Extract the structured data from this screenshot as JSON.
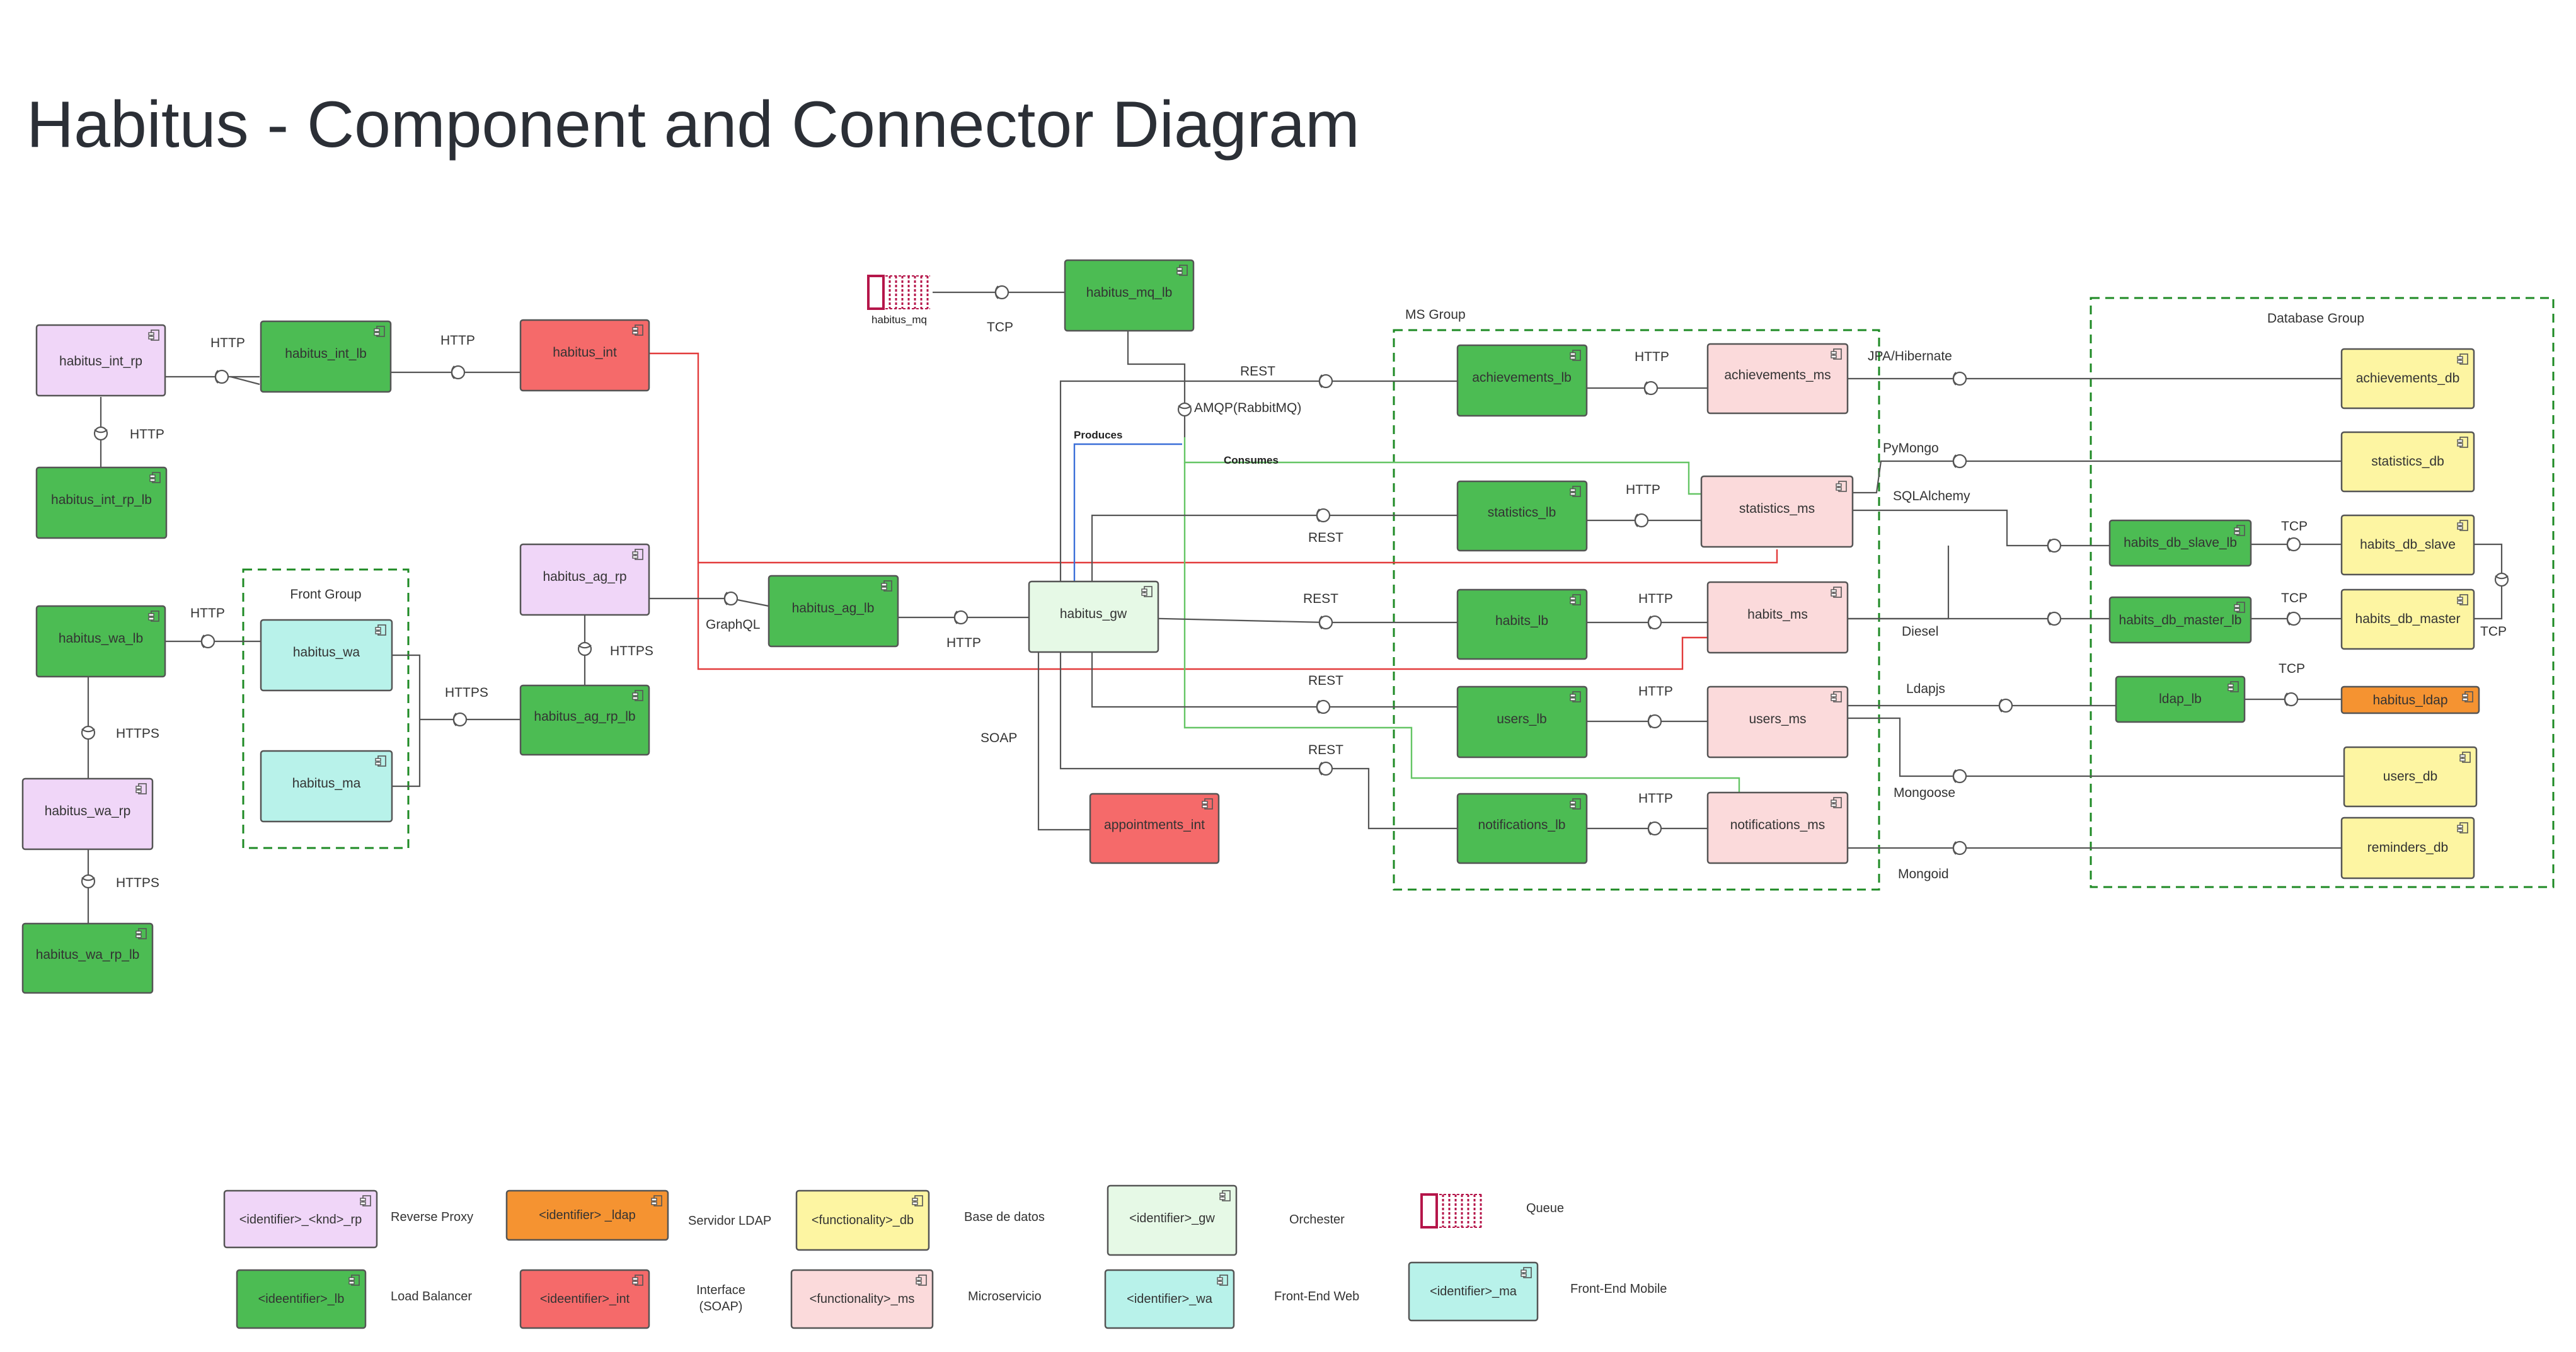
{
  "title": "Habitus - Component and Connector Diagram",
  "groups": {
    "front": "Front Group",
    "ms": "MS Group",
    "database": "Database Group"
  },
  "colors": {
    "reverse_proxy": "#f0d6f8",
    "load_balancer": "#4cbc53",
    "interface": "#f56a6a",
    "ldap": "#f59331",
    "database": "#fdf5a2",
    "microservice": "#fbdadb",
    "gateway": "#e6f9e6",
    "front_web": "#b8f2ea",
    "queue": "#b5164a",
    "group_border": "#1e8a24",
    "red_wire": "#e23b3b",
    "blue_wire": "#3a6fd8",
    "green_wire": "#65c565"
  },
  "components": {
    "habitus_int_rp": "habitus_int_rp",
    "habitus_int_lb": "habitus_int_lb",
    "habitus_int": "habitus_int",
    "habitus_int_rp_lb": "habitus_int_rp_lb",
    "habitus_wa_lb": "habitus_wa_lb",
    "habitus_wa": "habitus_wa",
    "habitus_ma": "habitus_ma",
    "habitus_wa_rp": "habitus_wa_rp",
    "habitus_wa_rp_lb": "habitus_wa_rp_lb",
    "habitus_ag_rp": "habitus_ag_rp",
    "habitus_ag_rp_lb": "habitus_ag_rp_lb",
    "habitus_ag_lb": "habitus_ag_lb",
    "habitus_gw": "habitus_gw",
    "habitus_mq_lb": "habitus_mq_lb",
    "habitus_mq": "habitus_mq",
    "appointments_int": "appointments_int",
    "achievements_lb": "achievements_lb",
    "statistics_lb": "statistics_lb",
    "habits_lb": "habits_lb",
    "users_lb": "users_lb",
    "notifications_lb": "notifications_lb",
    "achievements_ms": "achievements_ms",
    "statistics_ms": "statistics_ms",
    "habits_ms": "habits_ms",
    "users_ms": "users_ms",
    "notifications_ms": "notifications_ms",
    "habits_db_slave_lb": "habits_db_slave_lb",
    "habits_db_master_lb": "habits_db_master_lb",
    "ldap_lb": "ldap_lb",
    "achievements_db": "achievements_db",
    "statistics_db": "statistics_db",
    "habits_db_slave": "habits_db_slave",
    "habits_db_master": "habits_db_master",
    "habitus_ldap": "habitus_ldap",
    "users_db": "users_db",
    "reminders_db": "reminders_db"
  },
  "connectors": {
    "http_int_rp": "HTTP",
    "http_int_lb": "HTTP",
    "http_int_rp_lb": "HTTP",
    "http_wa": "HTTP",
    "https_wa_rp": "HTTPS",
    "https_wa_rp_lb": "HTTPS",
    "https_front": "HTTPS",
    "https_ag_rp": "HTTPS",
    "graphql": "GraphQL",
    "http_gw": "HTTP",
    "tcp_mq": "TCP",
    "amqp": "AMQP(RabbitMQ)",
    "produces": "Produces",
    "consumes": "Consumes",
    "soap": "SOAP",
    "rest_achievements": "REST",
    "rest_statistics": "REST",
    "rest_habits": "REST",
    "rest_users": "REST",
    "rest_notifications": "REST",
    "http_achievements": "HTTP",
    "http_statistics": "HTTP",
    "http_habits": "HTTP",
    "http_users": "HTTP",
    "http_notifications": "HTTP",
    "jpa": "JPA/Hibernate",
    "pymongo": "PyMongo",
    "sqlalchemy": "SQLAlchemy",
    "diesel": "Diesel",
    "ldapjs": "Ldapjs",
    "mongoose": "Mongoose",
    "mongoid": "Mongoid",
    "tcp_slave": "TCP",
    "tcp_master": "TCP",
    "tcp_db": "TCP",
    "tcp_ldap": "TCP"
  },
  "legend": {
    "rp_box": "<identifier>_<knd>_rp",
    "rp_desc": "Reverse Proxy",
    "lb_box": "<ideentifier>_lb",
    "lb_desc": "Load Balancer",
    "ldap_box": "<identifier> _ldap",
    "ldap_desc": "Servidor LDAP",
    "int_box": "<ideentifier>_int",
    "int_desc_1": "Interface",
    "int_desc_2": "(SOAP)",
    "db_box": "<functionality>_db",
    "db_desc": "Base de datos",
    "ms_box": "<functionality>_ms",
    "ms_desc": "Microservicio",
    "gw_box": "<identifier>_gw",
    "gw_desc": "Orchester",
    "wa_box": "<identifier>_wa",
    "wa_desc": "Front-End Web",
    "queue_desc": "Queue",
    "ma_box": "<identifier>_ma",
    "ma_desc": "Front-End Mobile"
  }
}
